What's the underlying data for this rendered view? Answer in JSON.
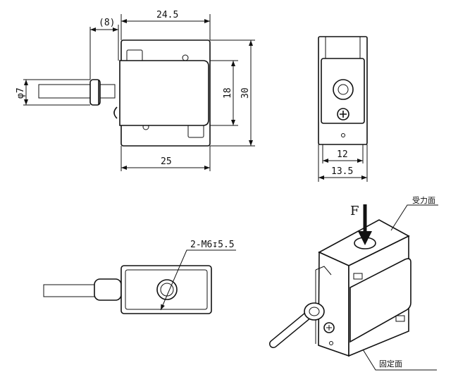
{
  "front_view": {
    "cable_offset": "(8)",
    "top_width": "24.5",
    "cable_diameter": "φ7",
    "cover_height": "18",
    "total_height": "30",
    "bottom_width": "25"
  },
  "side_view": {
    "inner_width": "12",
    "outer_width": "13.5"
  },
  "bottom_view": {
    "thread_label": "2-M6↧5.5"
  },
  "iso_view": {
    "force_label": "F",
    "load_face_label": "受力面",
    "fixed_face_label": "固定面"
  }
}
